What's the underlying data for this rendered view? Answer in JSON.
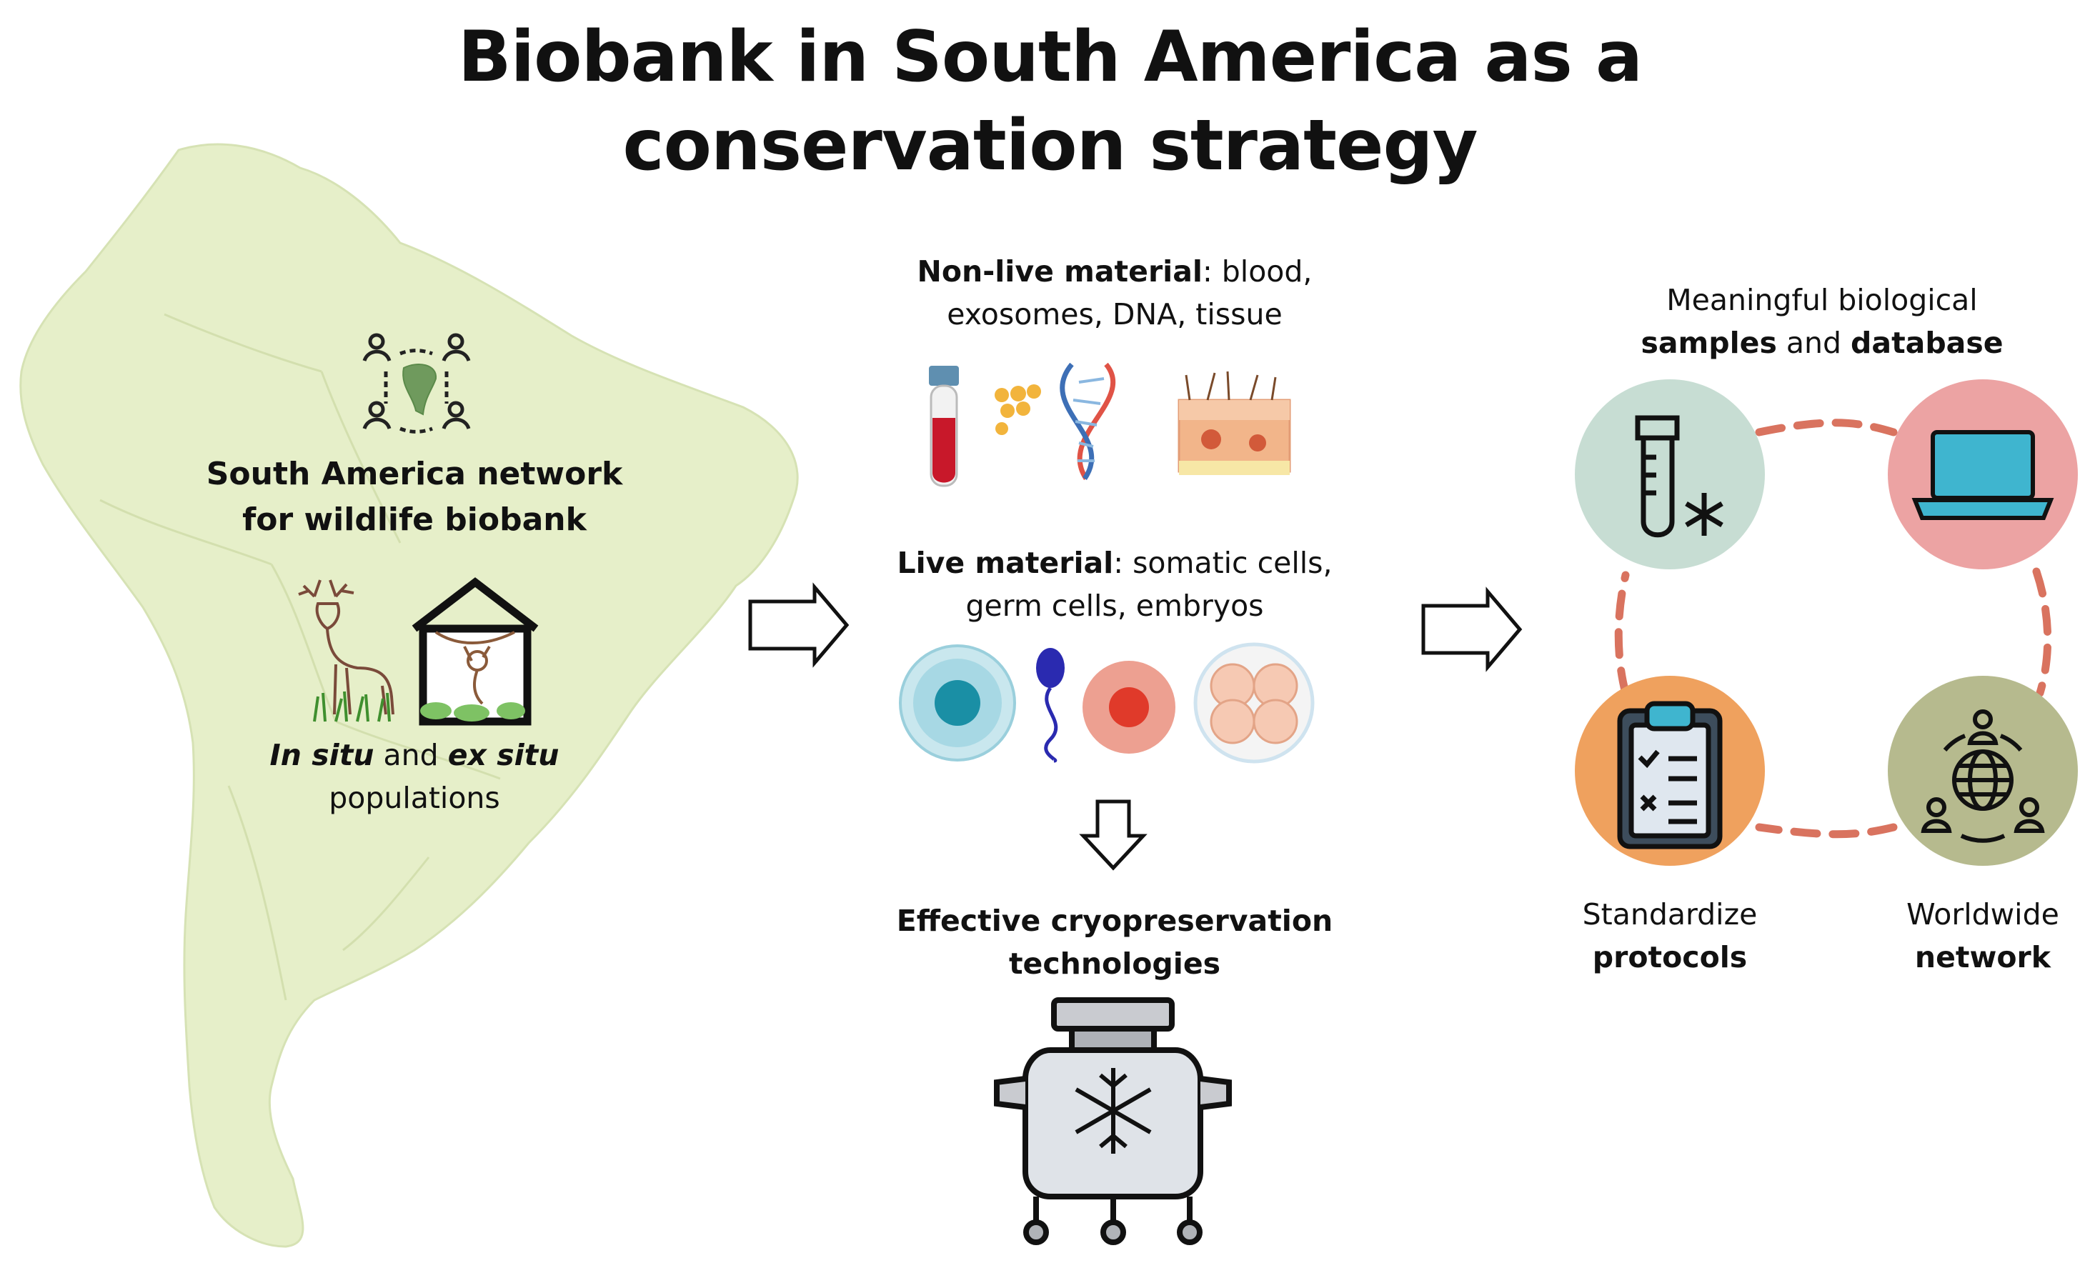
{
  "title": {
    "line1": "Biobank in South America as a",
    "line2": "conservation strategy"
  },
  "network": {
    "line1": "South America network",
    "line2": "for wildlife biobank"
  },
  "populations": {
    "in_situ": "In situ",
    "and": " and ",
    "ex_situ": "ex situ",
    "line2": "populations"
  },
  "non_live": {
    "bold": "Non-live material",
    "rest": ": blood,",
    "line2": "exosomes, DNA, tissue"
  },
  "live": {
    "bold": "Live material",
    "rest": ": somatic cells,",
    "line2": "germ cells, embryos"
  },
  "cryo": {
    "line1": "Effective cryopreservation",
    "line2": "technologies"
  },
  "samples": {
    "line1": "Meaningful biological",
    "bold1": "samples",
    "and": " and ",
    "bold2": "database"
  },
  "protocols": {
    "line1": "Standardize",
    "line2": "protocols"
  },
  "worldwide": {
    "line1": "Worldwide",
    "line2": "network"
  },
  "colors": {
    "map_fill": "#e6efc9",
    "circle_samples": "#c7ddd3",
    "circle_database": "#eca3a3",
    "circle_protocols": "#efa15e",
    "circle_network": "#b6ba8e",
    "dashes": "#d9735f"
  },
  "icons": [
    "network-icon",
    "deer-icon",
    "monkey-house-icon",
    "blood-tube-icon",
    "exosomes-icon",
    "dna-icon",
    "tissue-icon",
    "somatic-cell-icon",
    "sperm-icon",
    "oocyte-icon",
    "embryo-icon",
    "cryo-tank-icon",
    "test-tube-snowflake-icon",
    "laptop-icon",
    "clipboard-icon",
    "globe-people-icon",
    "arrow-right-icon",
    "arrow-down-icon"
  ]
}
